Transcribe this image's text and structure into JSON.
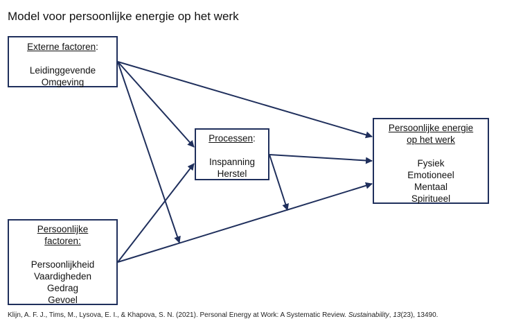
{
  "title": "Model voor persoonlijke energie op het werk",
  "boxes": {
    "externe": {
      "heading": "Externe factoren",
      "colon": ":",
      "items": [
        "Leidinggevende",
        "Omgeving"
      ]
    },
    "processen": {
      "heading": "Processen",
      "colon": ":",
      "items": [
        "Inspanning",
        "Herstel"
      ]
    },
    "energie": {
      "heading_line1": "Persoonlijke energie",
      "heading_line2": "op het werk",
      "items": [
        "Fysiek",
        "Emotioneel",
        "Mentaal",
        "Spiritueel"
      ]
    },
    "persoonlijk": {
      "heading_line1": "Persoonlijke",
      "heading_line2": "factoren:",
      "items": [
        "Persoonlijkheid",
        "Vaardigheden",
        "Gedrag",
        "Gevoel"
      ]
    }
  },
  "citation": {
    "authors": "Klijn, A. F. J., Tims, M., Lysova, E. I., & Khapova, S. N. (2021). Personal Energy at Work: A Systematic Review. ",
    "journal": "Sustainability",
    "sep": ", ",
    "volume": "13",
    "issue_pages": "(23), 13490."
  },
  "colors": {
    "box_border": "#1f2f5c",
    "arrow": "#1f2f5c"
  },
  "relations": [
    {
      "from": "Externe factoren",
      "to": "Persoonlijke energie op het werk"
    },
    {
      "from": "Externe factoren",
      "to": "Processen"
    },
    {
      "from": "Externe factoren",
      "to": "Persoonlijke factoren → Persoonlijke energie (moderatie)"
    },
    {
      "from": "Persoonlijke factoren",
      "to": "Processen"
    },
    {
      "from": "Persoonlijke factoren",
      "to": "Persoonlijke energie op het werk"
    },
    {
      "from": "Processen",
      "to": "Persoonlijke energie op het werk"
    },
    {
      "from": "Processen",
      "to": "Persoonlijke factoren → Persoonlijke energie (moderatie)"
    }
  ]
}
